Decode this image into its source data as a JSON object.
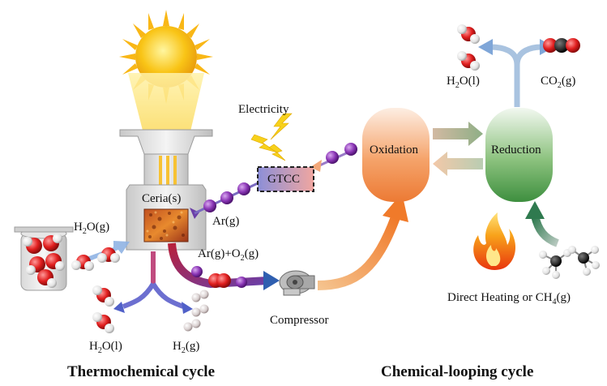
{
  "labels": {
    "electricity": "Electricity",
    "gtcc": "GTCC",
    "ceria": "Ceria(s)",
    "ar_gas": "Ar(g)",
    "h2o_gas": {
      "main": "H",
      "sub": "2",
      "rest": "O(g)"
    },
    "ar_o2": {
      "main": "Ar(g)+O",
      "sub": "2",
      "rest": "(g)"
    },
    "compressor": "Compressor",
    "h2o_liq_left": {
      "main": "H",
      "sub": "2",
      "rest": "O(l)"
    },
    "h2_gas": {
      "main": "H",
      "sub": "2",
      "rest": "(g)"
    },
    "oxidation": "Oxidation",
    "reduction": "Reduction",
    "h2o_liq_right": {
      "main": "H",
      "sub": "2",
      "rest": "O(l)"
    },
    "co2_gas": {
      "main": "CO",
      "sub": "2",
      "rest": "(g)"
    },
    "direct_heating": {
      "main": "Direct Heating or CH",
      "sub": "4",
      "rest": "(g)"
    }
  },
  "captions": {
    "left": "Thermochemical cycle",
    "right": "Chemical-looping cycle"
  },
  "colors": {
    "sun": "#F9C416",
    "sun_beam": "#FDE27A",
    "oxidation": "#F08A4B",
    "reduction": "#3E8F3F",
    "argon_atom": "#7A2FA0",
    "oxygen_atom": "#D11A1A",
    "arrow_orange": "#F07A2A",
    "arrow_blue": "#2F5FB0",
    "arrow_green": "#3A7A50"
  }
}
